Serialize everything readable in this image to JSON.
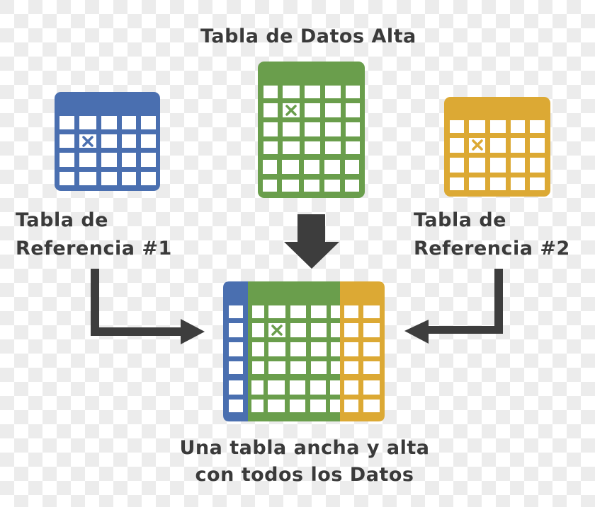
{
  "diagram": {
    "title_top": "Tabla de Datos Alta",
    "reference_1": {
      "line1": "Tabla de",
      "line2": "Referencia #1"
    },
    "reference_2": {
      "line1": "Tabla de",
      "line2": "Referencia #2"
    },
    "result": {
      "line1": "Una tabla ancha y alta",
      "line2": "con todos los Datos"
    }
  },
  "colors": {
    "blue": "#4a6fb0",
    "green": "#6a9e4c",
    "yellow": "#dca934",
    "arrow": "#3d3d3d",
    "text": "#3a3a3a",
    "cell": "#ffffff"
  },
  "tables": {
    "reference_1": {
      "color": "blue",
      "columns": 5,
      "rows": 4,
      "marked_cell": [
        1,
        1
      ],
      "marker": "x"
    },
    "tall_data": {
      "color": "green",
      "columns": 5,
      "rows": 6,
      "marked_cell": [
        1,
        1
      ],
      "marker": "x"
    },
    "reference_2": {
      "color": "yellow",
      "columns": 5,
      "rows": 4,
      "marked_cell": [
        1,
        1
      ],
      "marker": "x"
    },
    "combined": {
      "sections": [
        {
          "color": "blue",
          "columns": 1
        },
        {
          "color": "green",
          "columns": 5
        },
        {
          "color": "yellow",
          "columns": 2
        }
      ],
      "rows": 6,
      "marked_cell": [
        1,
        2
      ],
      "marker": "x"
    }
  },
  "arrows": [
    {
      "from": "reference_1",
      "to": "combined",
      "direction": "down-right"
    },
    {
      "from": "tall_data",
      "to": "combined",
      "direction": "down"
    },
    {
      "from": "reference_2",
      "to": "combined",
      "direction": "down-left"
    }
  ]
}
